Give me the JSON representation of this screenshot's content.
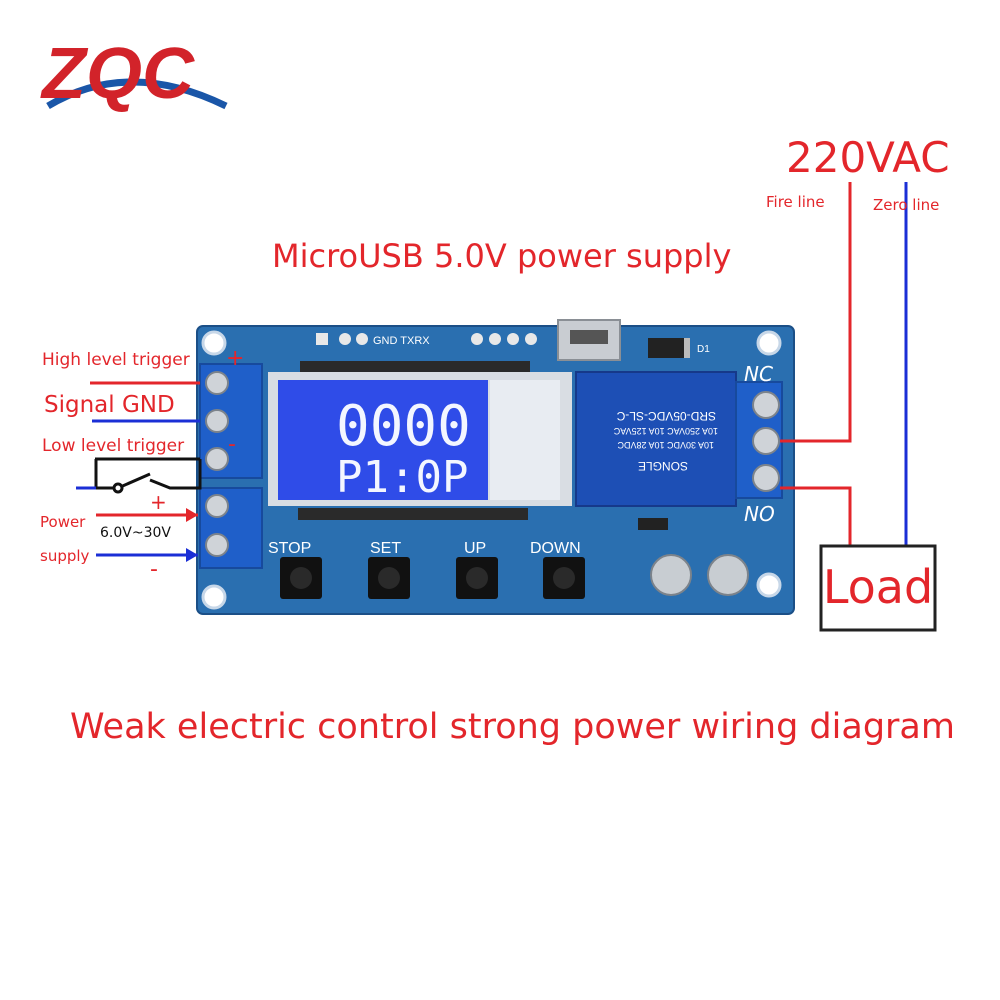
{
  "logo": {
    "text": "ZQC",
    "colors": [
      "#d2232a",
      "#1a56a8",
      "#d2232a"
    ]
  },
  "title_top": "MicroUSB 5.0V power supply",
  "mains": {
    "label": "220VAC",
    "fire": "Fire line",
    "zero": "Zero line"
  },
  "left_labels": {
    "high_trigger": "High level trigger",
    "signal_gnd": "Signal GND",
    "low_trigger": "Low level trigger",
    "power": "Power",
    "supply": "supply",
    "voltage": "6.0V~30V",
    "plus": "+",
    "minus": "-"
  },
  "relay_labels": {
    "nc": "NC",
    "no": "NO"
  },
  "load": "Load",
  "board": {
    "header_text": "GND TXRX",
    "d1": "D1",
    "buttons": [
      "STOP",
      "SET",
      "UP",
      "DOWN"
    ],
    "lcd_top": "0000",
    "lcd_bottom": "P1:0P",
    "relay_model": "SRD-05VDC-SL-C",
    "relay_brand": "SONGLE",
    "relay_ratings": [
      "10A 250VAC  10A 125VAC",
      "10A 30VDC  10A 28VDC"
    ]
  },
  "caption": "Weak electric control strong power wiring diagram",
  "colors": {
    "red": "#e3262b",
    "blue": "#1b2fd6",
    "pcb": "#2a6fb0",
    "lcd": "#2f4ce8",
    "relay": "#1d4fb5"
  }
}
